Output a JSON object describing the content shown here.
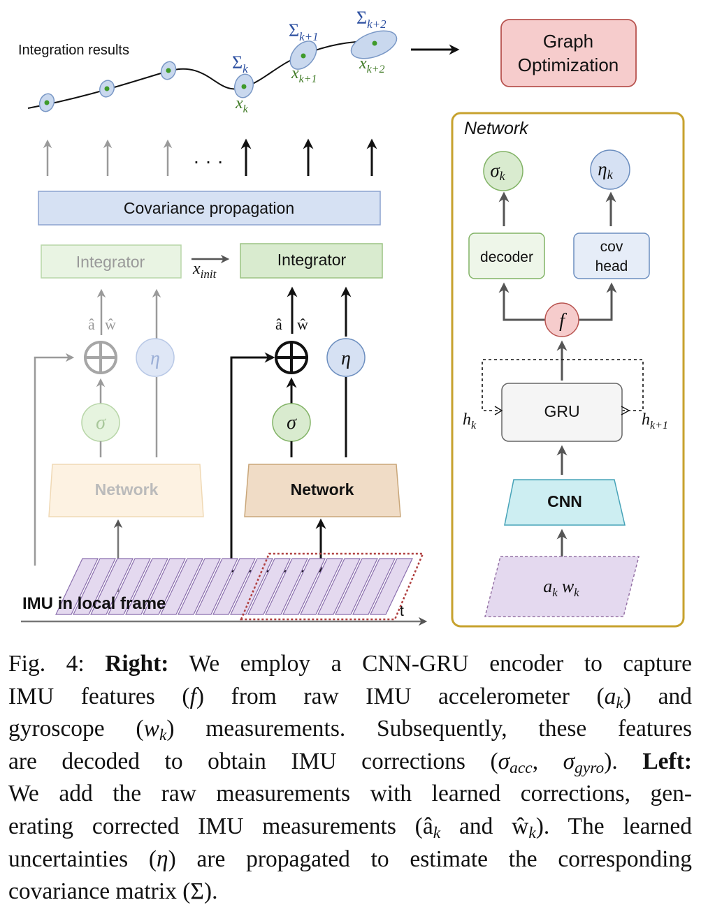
{
  "trajectory": {
    "title": "Integration results",
    "sigma_k": "Σ",
    "sigma_k_sub": "k",
    "sigma_k1": "Σ",
    "sigma_k1_sub": "k+1",
    "sigma_k2": "Σ",
    "sigma_k2_sub": "k+2",
    "x_k": "x",
    "x_k_sub": "k",
    "x_k1": "x",
    "x_k1_sub": "k+1",
    "x_k2": "x",
    "x_k2_sub": "k+2"
  },
  "graph_optimization": {
    "line1": "Graph",
    "line2": "Optimization"
  },
  "dots": "· · ·",
  "left": {
    "covariance_propagation": "Covariance propagation",
    "integrator_prev": "Integrator",
    "integrator_curr": "Integrator",
    "x_init": "x",
    "x_init_sub": "init",
    "a_hat": "â",
    "w_hat": "ŵ",
    "a_hat_2": "â",
    "w_hat_2": "ŵ",
    "sigma": "σ",
    "eta": "η",
    "sigma_2": "σ",
    "eta_2": "η",
    "network_prev": "Network",
    "network_curr": "Network",
    "imu_label": "IMU in local frame",
    "time_label": "t"
  },
  "right": {
    "title": "Network",
    "sigma_k": "σ",
    "sigma_k_sub": "k",
    "eta_k": "η",
    "eta_k_sub": "k",
    "decoder": "decoder",
    "cov_head_line1": "cov",
    "cov_head_line2": "head",
    "f": "f",
    "gru": "GRU",
    "h_k": "h",
    "h_k_sub": "k",
    "h_k1": "h",
    "h_k1_sub": "k+1",
    "cnn": "CNN",
    "input_a": "a",
    "input_a_sub": "k",
    "input_w": "w",
    "input_w_sub": "k"
  },
  "caption": {
    "fig": "Fig. 4:",
    "right_label": "Right:",
    "l1": "We employ a CNN-GRU encoder to capture",
    "l2a": "IMU features (",
    "f": "f",
    "l2b": ") from raw IMU accelerometer (",
    "ak": "a",
    "ak_sub": "k",
    "l2c": ") and",
    "l3a": "gyroscope (",
    "wk": "w",
    "wk_sub": "k",
    "l3b": ") measurements. Subsequently, these features",
    "l4a": "are decoded to obtain IMU corrections (",
    "sig_acc": "σ",
    "acc_sub": "acc",
    "comma": ", ",
    "sig_gyro": "σ",
    "gyro_sub": "gyro",
    "l4b": ").",
    "left_label": "Left:",
    "l5": "We add the raw measurements with learned corrections, gen-",
    "l6a": "erating corrected IMU measurements (",
    "ahat": "â",
    "ahat_sub": "k",
    "l6and": " and ",
    "what": "ŵ",
    "what_sub": "k",
    "l6b": "). The learned",
    "l7a": "uncertainties (",
    "eta": "η",
    "l7b": ") are propagated to estimate the corresponding",
    "l8": "covariance matrix (Σ)."
  }
}
